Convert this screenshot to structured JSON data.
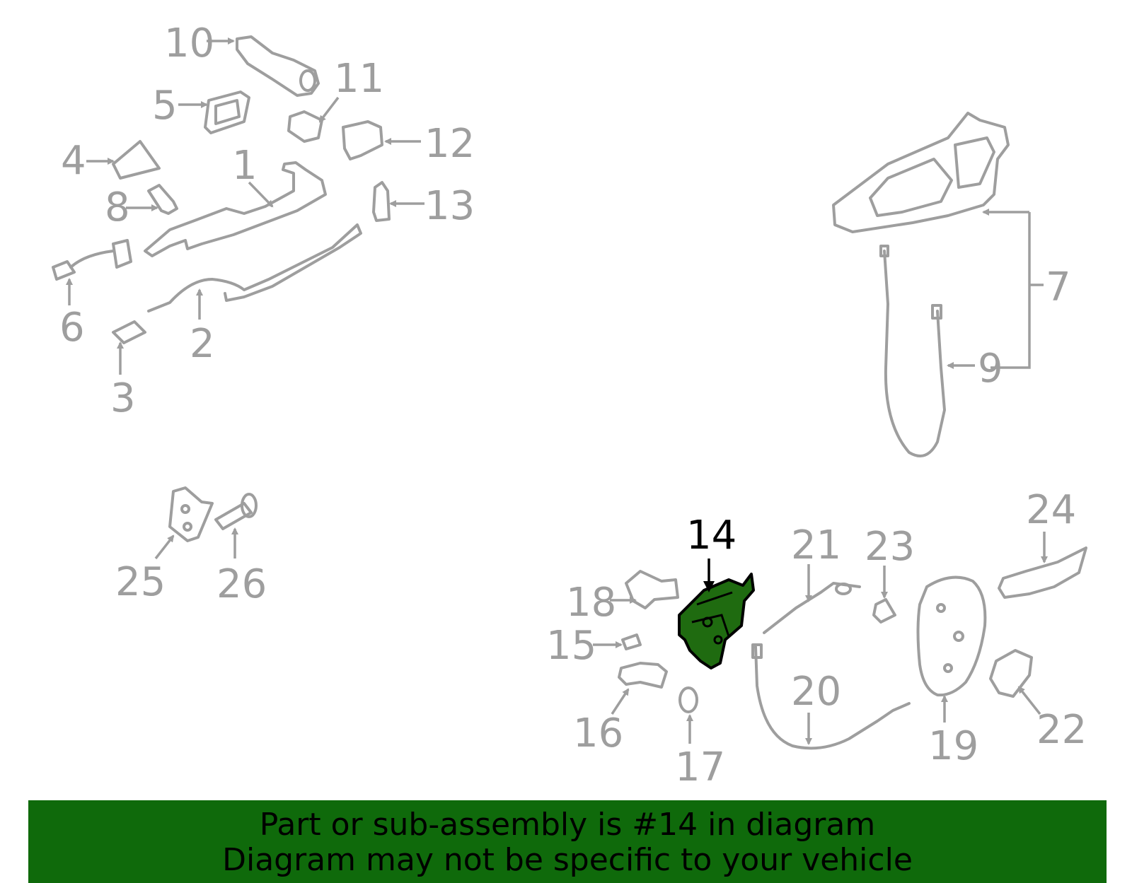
{
  "highlighted_part": "14",
  "callouts": {
    "c1": "1",
    "c2": "2",
    "c3": "3",
    "c4": "4",
    "c5": "5",
    "c6": "6",
    "c7": "7",
    "c8": "8",
    "c9": "9",
    "c10": "10",
    "c11": "11",
    "c12": "12",
    "c13": "13",
    "c14": "14",
    "c15": "15",
    "c16": "16",
    "c17": "17",
    "c18": "18",
    "c19": "19",
    "c20": "20",
    "c21": "21",
    "c22": "22",
    "c23": "23",
    "c24": "24",
    "c25": "25",
    "c26": "26"
  },
  "banner": {
    "line1": "Part or sub-assembly is #14 in diagram",
    "line2": "Diagram may not be specific to your vehicle"
  },
  "colors": {
    "part_line": "#9e9e9e",
    "highlight_fill": "#1f6b10",
    "banner_bg": "#0f6a0b"
  }
}
